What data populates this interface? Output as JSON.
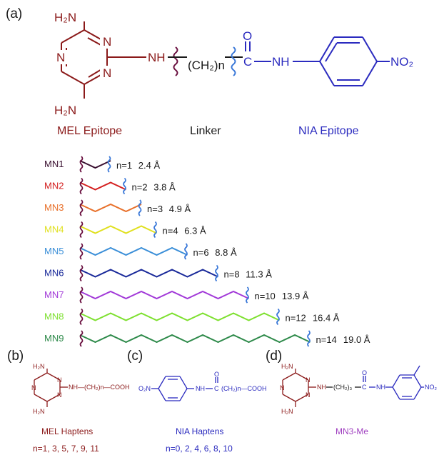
{
  "colors": {
    "mel": "#8b1a1a",
    "nia": "#2b2bbf",
    "black": "#1a1a1a",
    "purple": "#a040c0",
    "wavy_mel": "#6a1040",
    "wavy_nia": "#3a78d8"
  },
  "panel_a": {
    "label": "(a)",
    "atoms": {
      "h2n_top": "H₂N",
      "h2n_bottom": "H₂N",
      "n": "N",
      "nh_left": "NH",
      "ch2n": "(CH₂)n",
      "c": "C",
      "o": "O",
      "nh_right": "NH",
      "no2": "NO₂"
    },
    "captions": {
      "mel": "MEL Epitope",
      "linker": "Linker",
      "nia": "NIA Epitope"
    }
  },
  "linkers": [
    {
      "name": "MN1",
      "n": "n=1",
      "length": "2.4 Å",
      "color": "#3a1030",
      "segments": 2
    },
    {
      "name": "MN2",
      "n": "n=2",
      "length": "3.8 Å",
      "color": "#d42020",
      "segments": 3
    },
    {
      "name": "MN3",
      "n": "n=3",
      "length": "4.9 Å",
      "color": "#e8702a",
      "segments": 4
    },
    {
      "name": "MN4",
      "n": "n=4",
      "length": "6.3 Å",
      "color": "#e0e020",
      "segments": 5
    },
    {
      "name": "MN5",
      "n": "n=6",
      "length": "8.8 Å",
      "color": "#3b8fd8",
      "segments": 7
    },
    {
      "name": "MN6",
      "n": "n=8",
      "length": "11.3 Å",
      "color": "#1a2a9a",
      "segments": 9
    },
    {
      "name": "MN7",
      "n": "n=10",
      "length": "13.9 Å",
      "color": "#a23ad8",
      "segments": 11
    },
    {
      "name": "MN8",
      "n": "n=12",
      "length": "16.4 Å",
      "color": "#7ee030",
      "segments": 13
    },
    {
      "name": "MN9",
      "n": "n=14",
      "length": "19.0 Å",
      "color": "#2e8a4a",
      "segments": 15
    }
  ],
  "panel_b": {
    "label": "(b)",
    "h2n_top": "H₂N",
    "h2n_bottom": "H₂N",
    "n": "N",
    "chain": "NH—(CH₂)n—COOH",
    "caption": "MEL Haptens",
    "values": "n=1, 3, 5, 7, 9, 11"
  },
  "panel_c": {
    "label": "(c)",
    "no2": "O₂N",
    "nh": "NH",
    "c": "C",
    "o": "O",
    "chain": "(CH₂)n—COOH",
    "caption": "NIA Haptens",
    "values": "n=0, 2, 4, 6, 8, 10"
  },
  "panel_d": {
    "label": "(d)",
    "h2n_top": "H₂N",
    "h2n_bottom": "H₂N",
    "n": "N",
    "nh_left": "NH",
    "ch2": "(CH₂)₃",
    "c": "C",
    "o": "O",
    "nh_right": "NH",
    "no2": "NO₂",
    "caption": "MN3-Me"
  }
}
